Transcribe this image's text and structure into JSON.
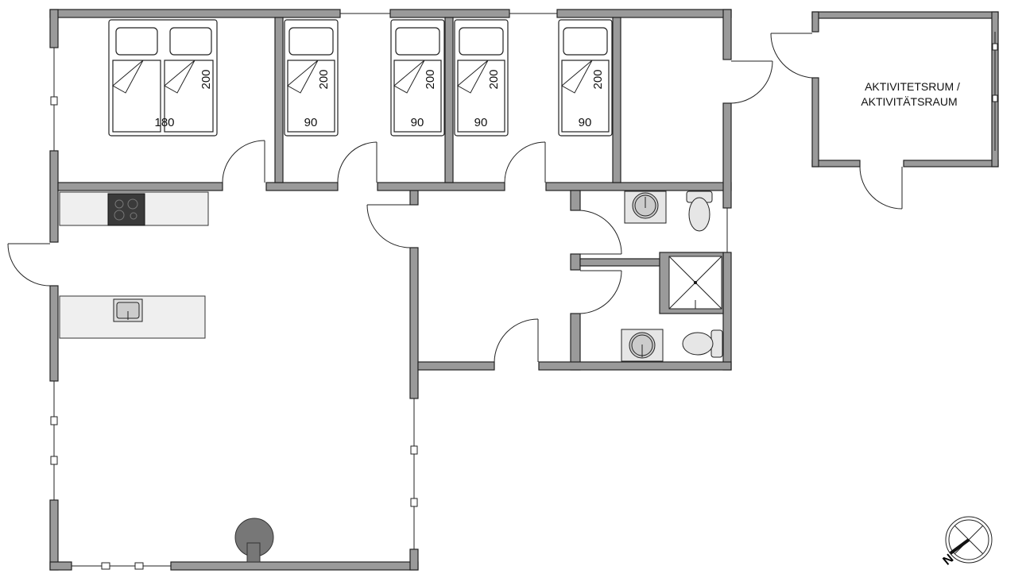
{
  "plan": {
    "beds": [
      {
        "width_label": "180",
        "length_label": "200"
      },
      {
        "width_label": "90",
        "length_label": "200"
      },
      {
        "width_label": "90",
        "length_label": "200"
      },
      {
        "width_label": "90",
        "length_label": "200"
      },
      {
        "width_label": "90",
        "length_label": "200"
      }
    ],
    "activity_room": {
      "line1": "AKTIVITETSRUM /",
      "line2": "AKTIVITÄTSRAUM"
    },
    "compass": {
      "north_label": "N"
    }
  },
  "colors": {
    "wall": "#9a9a9a",
    "counter": "#efefef",
    "stove": "#3a3a3a",
    "fireplace": "#777777"
  }
}
